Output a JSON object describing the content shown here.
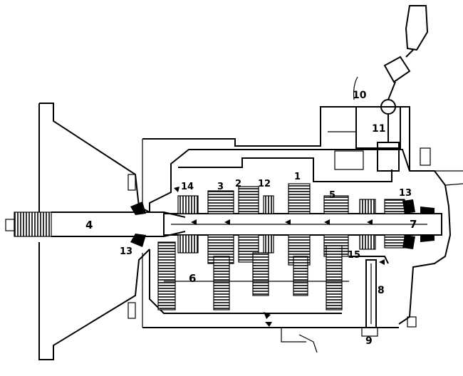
{
  "diagram": {
    "callouts": [
      {
        "id": "c1",
        "label": "1"
      },
      {
        "id": "c2",
        "label": "2"
      },
      {
        "id": "c3",
        "label": "3"
      },
      {
        "id": "c4",
        "label": "4"
      },
      {
        "id": "c5",
        "label": "5"
      },
      {
        "id": "c6",
        "label": "6"
      },
      {
        "id": "c7",
        "label": "7"
      },
      {
        "id": "c8",
        "label": "8"
      },
      {
        "id": "c9",
        "label": "9"
      },
      {
        "id": "c10",
        "label": "10"
      },
      {
        "id": "c11",
        "label": "11"
      },
      {
        "id": "c12",
        "label": "12"
      },
      {
        "id": "c13a",
        "label": "13"
      },
      {
        "id": "c13b",
        "label": "13"
      },
      {
        "id": "c14",
        "label": "14"
      },
      {
        "id": "c15",
        "label": "15"
      }
    ],
    "colors": {
      "ink": "#000000",
      "paper": "#ffffff"
    }
  }
}
